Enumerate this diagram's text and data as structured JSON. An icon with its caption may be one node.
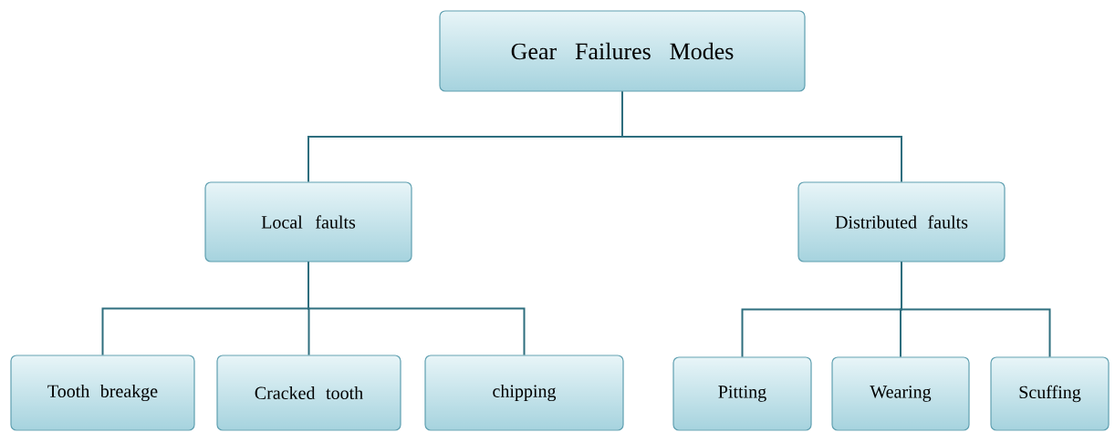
{
  "diagram": {
    "nodes": [
      {
        "text": [
          "Gear Failures Modes"
        ]
      },
      {
        "text": [
          "Local faults"
        ]
      },
      {
        "text": [
          "Distributed faults"
        ]
      },
      {
        "text": [
          "Tooth breakge"
        ]
      },
      {
        "text": [
          "Cracked tooth"
        ]
      },
      {
        "text": [
          "chipping"
        ]
      },
      {
        "text": [
          "Pitting"
        ]
      },
      {
        "text": [
          "Wearing"
        ]
      },
      {
        "text": [
          "Scuffing"
        ]
      }
    ],
    "edges": [
      {
        "from": 0,
        "to": 1,
        "arrow": "none"
      },
      {
        "from": 0,
        "to": 2,
        "arrow": "none"
      },
      {
        "from": 1,
        "to": 3,
        "arrow": "none"
      },
      {
        "from": 1,
        "to": 4,
        "arrow": "none"
      },
      {
        "from": 1,
        "to": 5,
        "arrow": "none"
      },
      {
        "from": 2,
        "to": 6,
        "arrow": "none"
      },
      {
        "from": 2,
        "to": 7,
        "arrow": "none"
      },
      {
        "from": 2,
        "to": 8,
        "arrow": "none"
      }
    ]
  }
}
